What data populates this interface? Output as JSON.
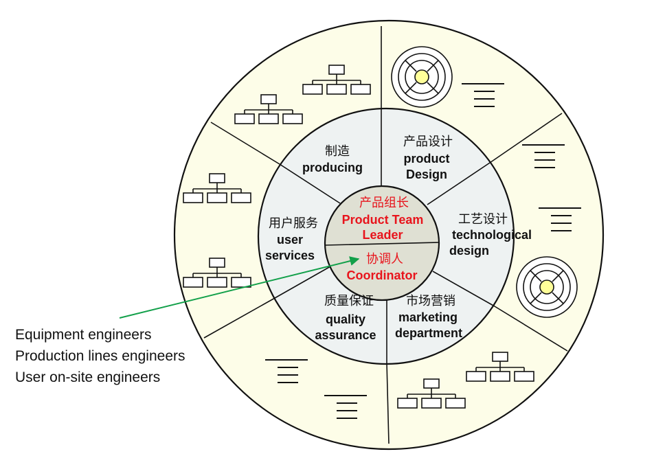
{
  "center": {
    "top_zh": "产品组长",
    "top_en_1": "Product Team",
    "top_en_2": "Leader",
    "bottom_zh": "协调人",
    "bottom_en": "Coordinator"
  },
  "segments": [
    {
      "zh": "制造",
      "en": [
        "producing"
      ]
    },
    {
      "zh": "产品设计",
      "en": [
        "product",
        "Design"
      ]
    },
    {
      "zh": "工艺设计",
      "en": [
        "technological",
        "design"
      ]
    },
    {
      "zh": "市场营销",
      "en": [
        "marketing",
        "department"
      ]
    },
    {
      "zh": "质量保证",
      "en": [
        "quality",
        "assurance"
      ]
    },
    {
      "zh": "用户服务",
      "en": [
        "user",
        "services"
      ]
    }
  ],
  "side_labels": [
    "Equipment engineers",
    "Production lines engineers",
    "User on-site engineers"
  ],
  "colors": {
    "outer_ring": "#fdfde8",
    "middle_ring": "#eef2f2",
    "center": "#dfe0d3",
    "accent_red": "#e8141c",
    "arrow_green": "#12a04a",
    "target_yellow": "#ffff99"
  },
  "icons": [
    "org-chart-icon",
    "target-icon",
    "document-lines-icon"
  ]
}
